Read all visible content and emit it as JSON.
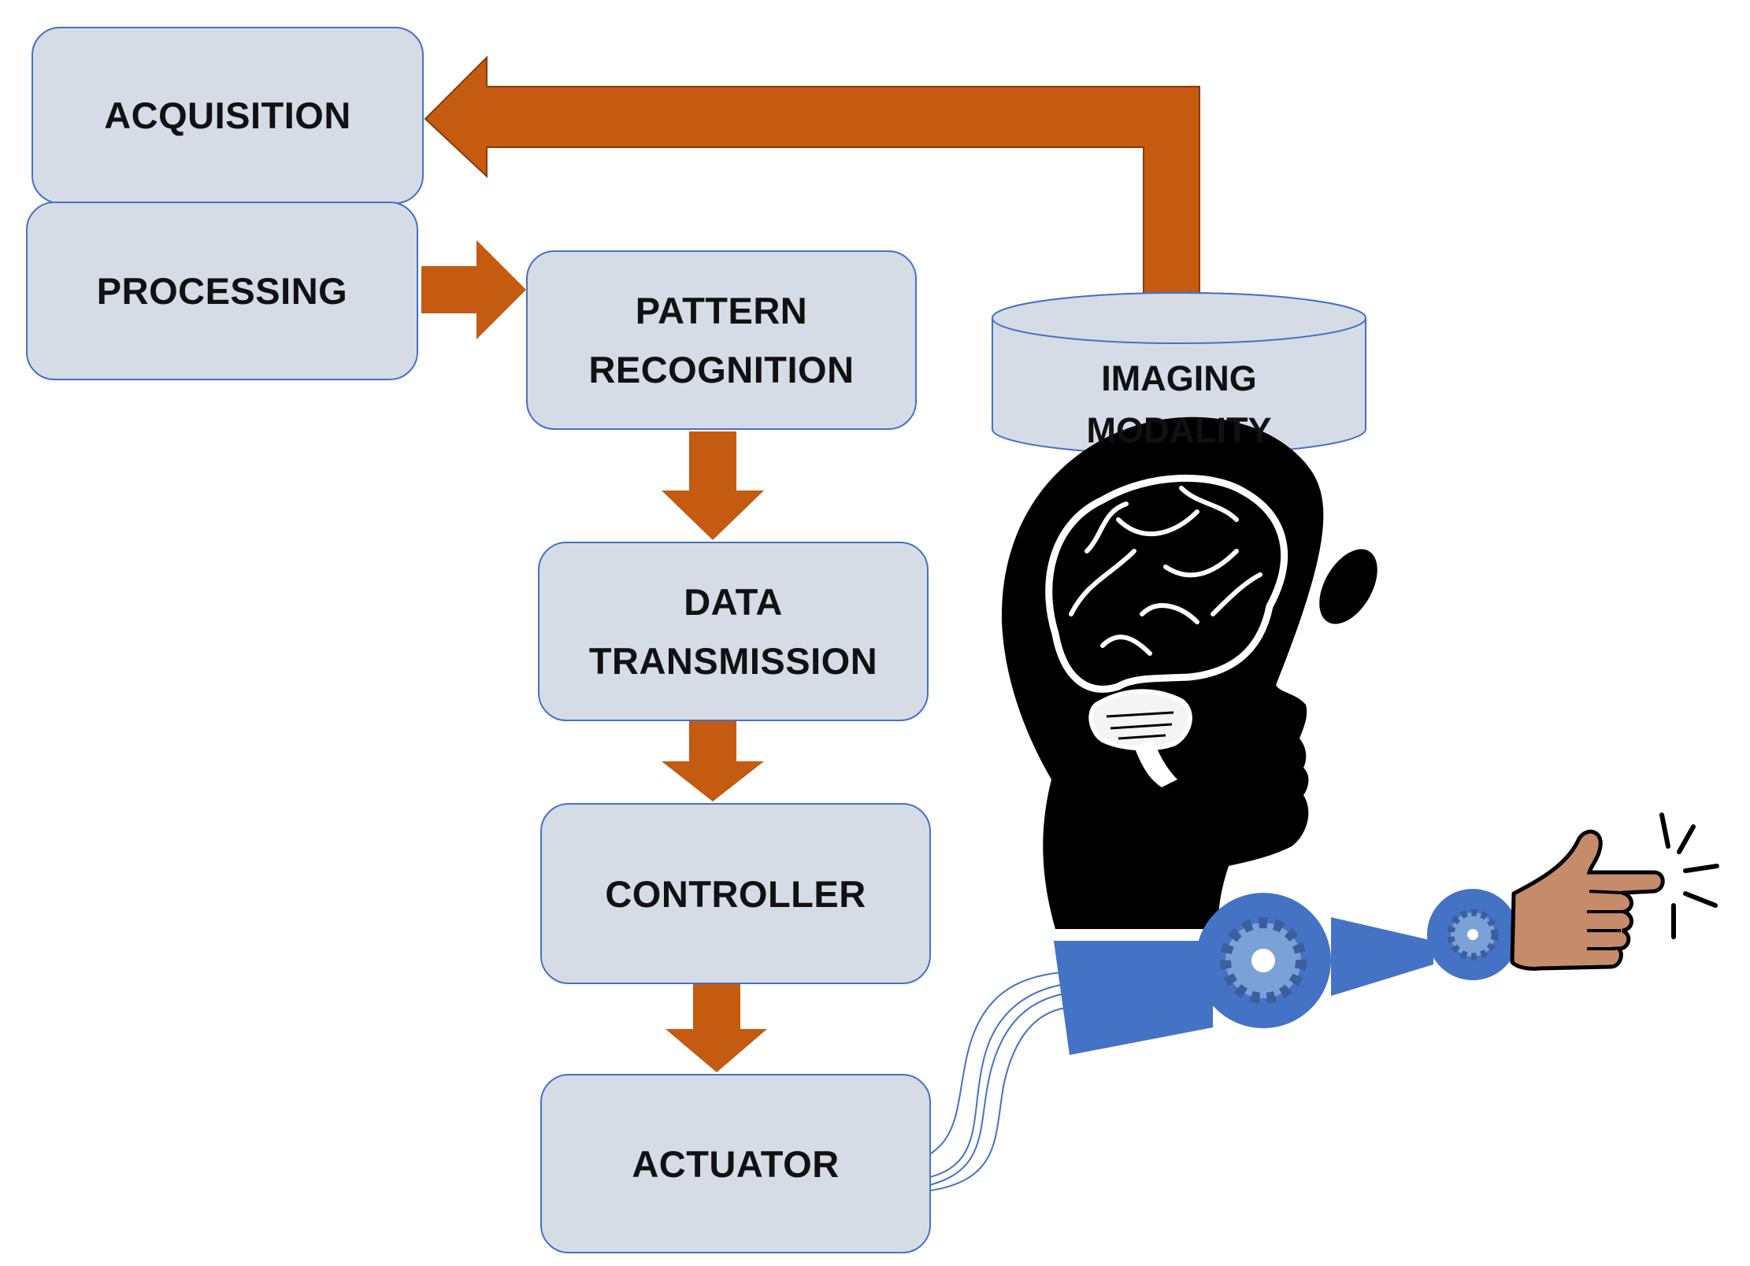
{
  "flowchart": {
    "acquisition": "ACQUISITION",
    "processing": "PROCESSING",
    "pattern_recognition": [
      "PATTERN",
      "RECOGNITION"
    ],
    "data_transmission": [
      "DATA",
      "TRANSMISSION"
    ],
    "controller": "CONTROLLER",
    "actuator": "ACTUATOR",
    "imaging_modality": [
      "IMAGING",
      "MODALITY"
    ]
  },
  "colors": {
    "box_fill": "#d6dce6",
    "box_border": "#4472c4",
    "arrow": "#c55a11",
    "arm": "#4472c4",
    "skin": "#c58b6a",
    "head": "#000000"
  },
  "icons": [
    "brain-head-icon",
    "robotic-arm-icon",
    "gear-icon",
    "pointing-hand-icon"
  ]
}
